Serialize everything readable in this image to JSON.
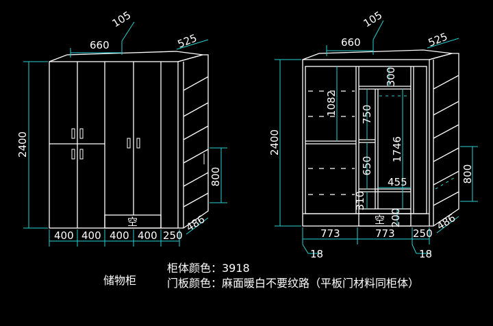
{
  "left": {
    "top_width": "660",
    "top_offset": "105",
    "side_depth": "525",
    "height": "2400",
    "side_height": "800",
    "side_depth_bottom": "486",
    "bottom_widths": [
      "400",
      "400",
      "400",
      "400",
      "250"
    ],
    "drawer_label": "空"
  },
  "right": {
    "top_width": "660",
    "top_offset": "105",
    "side_depth": "525",
    "height": "2400",
    "side_height": "800",
    "side_depth_bottom": "486",
    "inner": [
      "1082",
      "300",
      "750",
      "1746",
      "650",
      "455",
      "310",
      "200"
    ],
    "bottom_widths": [
      "773",
      "773",
      "250"
    ],
    "thickness_left": "18",
    "thickness_right": "18",
    "drawer_label": "空"
  },
  "notes": {
    "title": "储物柜",
    "body_color": "柜体颜色：3918",
    "door_color": "门板颜色：麻面暖白不要纹路（平板门材料同柜体）"
  }
}
